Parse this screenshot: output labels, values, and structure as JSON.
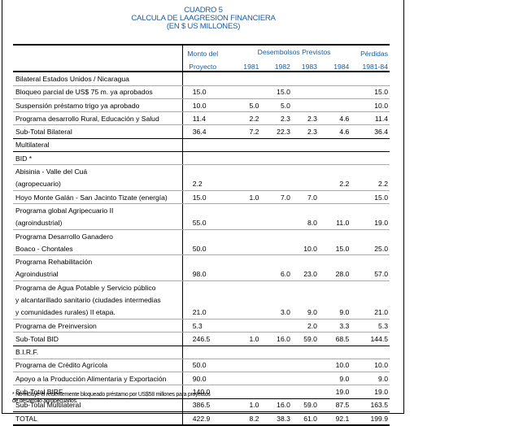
{
  "title": {
    "line1": "CUADRO 5",
    "line2": "CALCULA DE LAAGRESION FINANCIERA",
    "line3": "(EN $ US MILLONES)"
  },
  "header": {
    "monto1": "Monto del",
    "monto2": "Proyecto",
    "desembolsos": "Desembolsos Previstos",
    "y1981": "1981",
    "y1982": "1982",
    "y1983": "1983",
    "y1984": "1984",
    "perdidas1": "Pérdidas",
    "perdidas2": "1981-84"
  },
  "rows": [
    {
      "label": "Bilateral Estados Unidos / Nicaragua",
      "v": [
        "",
        "",
        "",
        "",
        "",
        ""
      ]
    },
    {
      "label": "Bloqueo parcial de US$ 75 m. ya aprobados",
      "v": [
        "15.0",
        "",
        "15.0",
        "",
        "",
        "15.0"
      ]
    },
    {
      "label": "Suspensión préstamo trigo ya aprobado",
      "v": [
        "10.0",
        "5.0",
        "5.0",
        "",
        "",
        "10.0"
      ]
    },
    {
      "label": "Programa desarrollo Rural, Educación y Salud",
      "v": [
        "11.4",
        "2.2",
        "2.3",
        "2.3",
        "4.6",
        "11.4"
      ]
    },
    {
      "label": "Sub-Total Bilateral",
      "v": [
        "36.4",
        "7.2",
        "22.3",
        "2.3",
        "4.6",
        "36.4"
      ]
    },
    {
      "label": "Multilateral",
      "v": [
        "",
        "",
        "",
        "",
        "",
        ""
      ]
    },
    {
      "label": "BID *",
      "v": [
        "",
        "",
        "",
        "",
        "",
        ""
      ]
    },
    {
      "label": "Abisinia - Valle del Cuá",
      "v": [
        "",
        "",
        "",
        "",
        "",
        ""
      ]
    },
    {
      "label": "(agropecuario)",
      "v": [
        "2.2",
        "",
        "",
        "",
        "2.2",
        "2.2"
      ]
    },
    {
      "label": "Hoyo Monte Galán - San Jacinto Tizate (energía)",
      "v": [
        "15.0",
        "1.0",
        "7.0",
        "7.0",
        "",
        "15.0"
      ]
    },
    {
      "label": "Programa global Agripecuario II",
      "v": [
        "",
        "",
        "",
        "",
        "",
        ""
      ]
    },
    {
      "label": "(agroindustrial)",
      "v": [
        "55.0",
        "",
        "",
        "8.0",
        "11.0",
        "19.0"
      ]
    },
    {
      "label": "Programa Desarrollo Ganadero",
      "v": [
        "",
        "",
        "",
        "",
        "",
        ""
      ]
    },
    {
      "label": "Boaco - Chontales",
      "v": [
        "50.0",
        "",
        "",
        "10.0",
        "15.0",
        "25.0"
      ]
    },
    {
      "label": "Programa Rehabilitación",
      "v": [
        "",
        "",
        "",
        "",
        "",
        ""
      ]
    },
    {
      "label": "Agroindustrial",
      "v": [
        "98.0",
        "",
        "6.0",
        "23.0",
        "28.0",
        "57.0"
      ]
    },
    {
      "label": "Programa de Agua Potable y Servicio público",
      "v": [
        "",
        "",
        "",
        "",
        "",
        ""
      ]
    },
    {
      "label": "y alcantarillado sanitario (ciudades intermedias",
      "v": [
        "",
        "",
        "",
        "",
        "",
        ""
      ]
    },
    {
      "label": "y comunidades rurales) II etapa.",
      "v": [
        "21.0",
        "",
        "3.0",
        "9.0",
        "9.0",
        "21.0"
      ]
    },
    {
      "label": "Programa de Preinversion",
      "v": [
        "5.3",
        "",
        "",
        "2.0",
        "3.3",
        "5.3"
      ]
    },
    {
      "label": "Sub-Total BID",
      "v": [
        "246.5",
        "1.0",
        "16.0",
        "59.0",
        "68.5",
        "144.5"
      ]
    },
    {
      "label": "B.I.R.F.",
      "v": [
        "",
        "",
        "",
        "",
        "",
        ""
      ]
    },
    {
      "label": "Programa de Crédito Agrícola",
      "v": [
        "50.0",
        "",
        "",
        "",
        "10.0",
        "10.0"
      ]
    },
    {
      "label": "Apoyo a la Producción Alimentaria y Exportación",
      "v": [
        "90.0",
        "",
        "",
        "",
        "9.0",
        "9.0"
      ]
    },
    {
      "label": "Sub-Total BIRF",
      "v": [
        "140.0",
        "",
        "",
        "",
        "19.0",
        "19.0"
      ]
    },
    {
      "label": "Sub-Total Multilateral",
      "v": [
        "386.5",
        "1.0",
        "16.0",
        "59.0",
        "87.5",
        "163.5"
      ]
    },
    {
      "label": "TOTAL",
      "v": [
        "422.9",
        "8.2",
        "38.3",
        "61.0",
        "92.1",
        "199.9"
      ]
    }
  ],
  "footnote": {
    "line1": "* No incluye el recientemente bloqueado préstamo por US$58 millones para proyectos",
    "line2": "de desarrollo agropecuarios."
  }
}
